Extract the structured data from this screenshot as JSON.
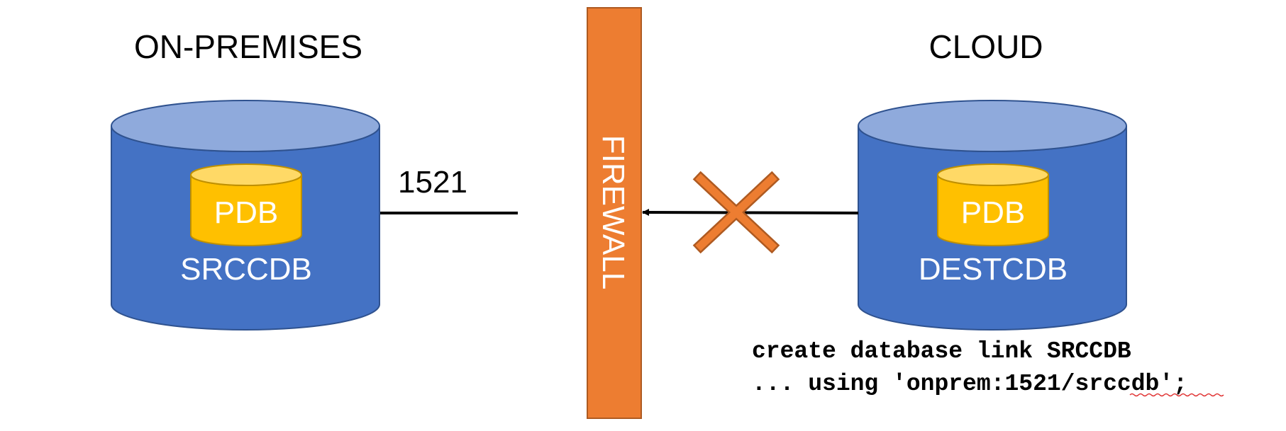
{
  "on_premises": {
    "heading": "ON-PREMISES",
    "cdb_label": "SRCCDB",
    "pdb_label": "PDB",
    "port_label": "1521"
  },
  "firewall": {
    "label": "FIREWALL"
  },
  "cloud": {
    "heading": "CLOUD",
    "cdb_label": "DESTCDB",
    "pdb_label": "PDB"
  },
  "code": {
    "line1": "create database link SRCCDB",
    "line2_prefix": "... using 'onprem:1521/",
    "line2_underlined": "srccdb",
    "line2_suffix": "';"
  },
  "colors": {
    "cdb_body": "#4472C4",
    "cdb_top": "#8FAADC",
    "pdb_body": "#FFC000",
    "pdb_top": "#FFD966",
    "firewall": "#ED7D31",
    "blocked_x": "#ED7D31",
    "spellcheck_underline": "#E03030"
  }
}
